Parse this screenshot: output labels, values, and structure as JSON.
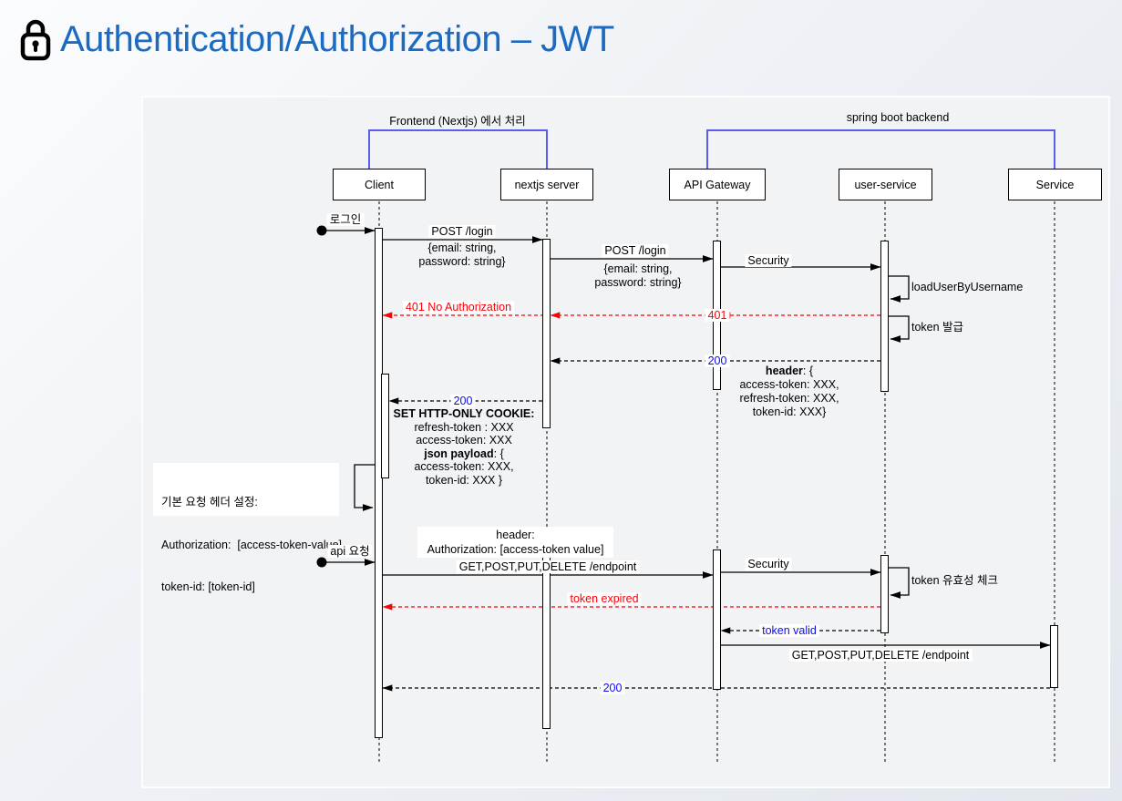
{
  "header": {
    "title": "Authentication/Authorization – JWT"
  },
  "groups": [
    {
      "label": "Frontend (Nextjs) 에서 처리"
    },
    {
      "label": "spring boot backend"
    }
  ],
  "participants": [
    {
      "label": "Client"
    },
    {
      "label": "nextjs server"
    },
    {
      "label": "API Gateway"
    },
    {
      "label": "user-service"
    },
    {
      "label": "Service"
    }
  ],
  "messages": {
    "login_trigger": "로그인",
    "post_login_1": "POST /login",
    "post_login_1_body_1": "{email: string,",
    "post_login_1_body_2": "password: string}",
    "post_login_2": "POST /login",
    "post_login_2_body_1": "{email: string,",
    "post_login_2_body_2": "password: string}",
    "security_1": "Security",
    "load_user": "loadUserByUsername",
    "unauthorized": "401 No Authorization",
    "code_401": "401",
    "token_issue": "token 발급",
    "code_200_1": "200",
    "code_200_2": "200",
    "code_200_3": "200",
    "api_trigger": "api 요청",
    "get_endpoint_1": "GET,POST,PUT,DELETE /endpoint",
    "security_2": "Security",
    "token_check": "token 유효성 체크",
    "token_expired": "token expired",
    "token_valid": "token valid",
    "get_endpoint_2": "GET,POST,PUT,DELETE /endpoint"
  },
  "notes": {
    "response_header": {
      "bold": "header",
      "bold_rest": ": {",
      "line1": "access-token: XXX,",
      "line2": "refresh-token: XXX,",
      "line3": "token-id: XXX}"
    },
    "set_cookie": {
      "title": "SET HTTP-ONLY COOKIE:",
      "line1": "refresh-token : XXX",
      "line2": "access-token: XXX",
      "bold": "json payload",
      "bold_rest": ": {",
      "line3": "access-token: XXX,",
      "line4": "token-id: XXX }"
    },
    "default_header": {
      "line1": "기본 요청 헤더 설정:",
      "line2": "Authorization:  [access-token-value]",
      "line3": "token-id: [token-id]"
    },
    "request_header": {
      "line1": "header:",
      "line2": "Authorization: [access-token value]"
    }
  },
  "colors": {
    "title_blue": "#1b6bc2",
    "bracket_blue": "#5c5cf0",
    "error_red": "#fb0007",
    "status_blue": "#0a0af5"
  }
}
